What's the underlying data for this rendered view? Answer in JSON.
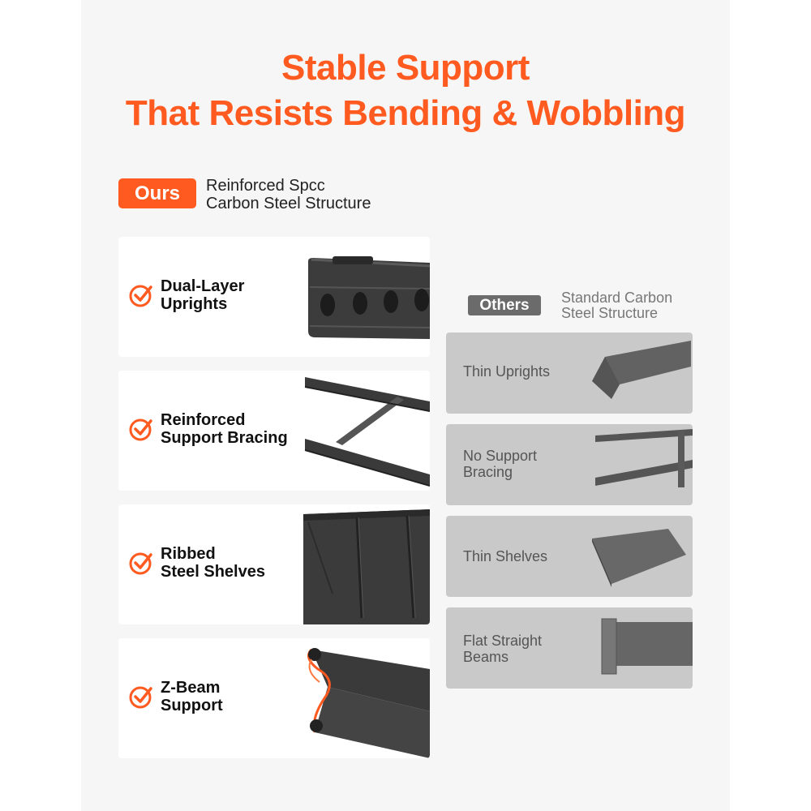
{
  "header": {
    "title_line1": "Stable Support",
    "title_line2": "That Resists Bending & Wobbling"
  },
  "ours": {
    "badge": "Ours",
    "desc_line1": "Reinforced Spcc",
    "desc_line2": "Carbon Steel Structure",
    "features": [
      {
        "line1": "Dual-Layer",
        "line2": "Uprights",
        "icon": "check-circle-icon"
      },
      {
        "line1": "Reinforced",
        "line2": "Support Bracing",
        "icon": "check-circle-icon"
      },
      {
        "line1": "Ribbed",
        "line2": "Steel Shelves",
        "icon": "check-circle-icon"
      },
      {
        "line1": "Z-Beam",
        "line2": "Support",
        "icon": "check-circle-icon"
      }
    ]
  },
  "others": {
    "badge": "Others",
    "desc_line1": "Standard Carbon",
    "desc_line2": "Steel Structure",
    "features": [
      {
        "line1": "Thin Uprights",
        "line2": ""
      },
      {
        "line1": "No Support",
        "line2": "Bracing"
      },
      {
        "line1": "Thin Shelves",
        "line2": ""
      },
      {
        "line1": "Flat Straight",
        "line2": "Beams"
      }
    ]
  },
  "colors": {
    "accent": "#ff5a1f",
    "others_badge": "#6b6b6b",
    "others_card": "#c9c9c9",
    "steel_dark": "#3a3a3a"
  }
}
